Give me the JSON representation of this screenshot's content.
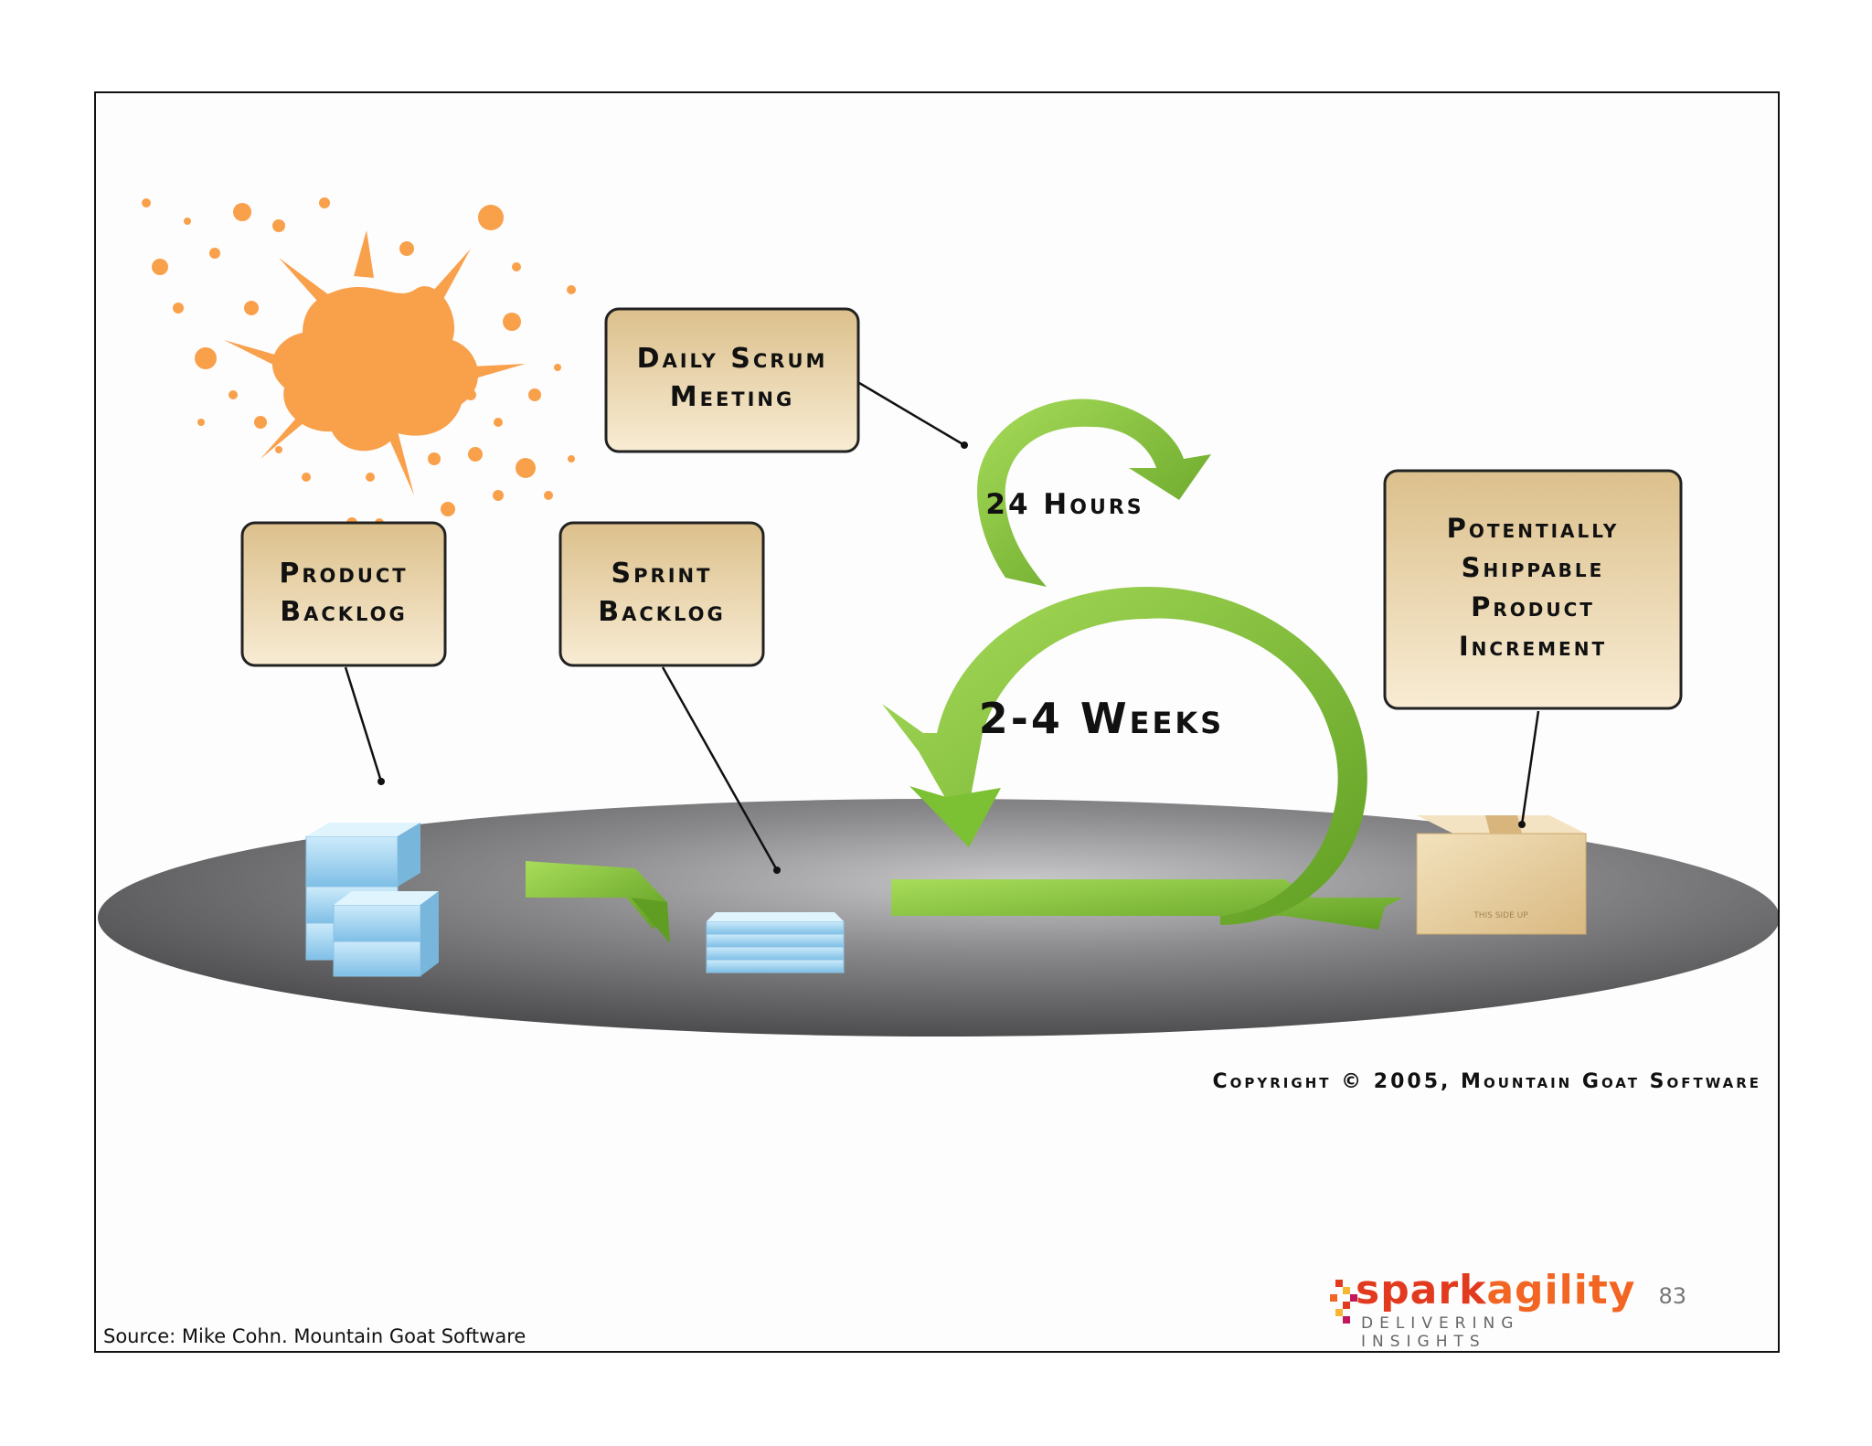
{
  "diagram": {
    "labels": {
      "daily_scrum": [
        "Daily Scrum",
        "Meeting"
      ],
      "product_backlog": [
        "Product",
        "Backlog"
      ],
      "sprint_backlog": [
        "Sprint",
        "Backlog"
      ],
      "increment": [
        "Potentially",
        "Shippable",
        "Product",
        "Increment"
      ],
      "hours": "24 Hours",
      "weeks": "2-4 Weeks"
    },
    "copyright": "Copyright © 2005, Mountain Goat Software",
    "box_side_text": "THIS SIDE UP"
  },
  "footer": {
    "source": "Source: Mike Cohn. Mountain Goat Software",
    "slide_number": "83"
  },
  "logo": {
    "spark": "spark",
    "agility": "agility",
    "tagline": "DELIVERING INSIGHTS"
  },
  "colors": {
    "splash": "#f9a04b",
    "green_arrow": "#7cc034",
    "label_fill": "#ecd6ac",
    "platform": "#6e6e70",
    "backlog_blue": "#9fd0ee",
    "box": "#e8cfa0"
  }
}
